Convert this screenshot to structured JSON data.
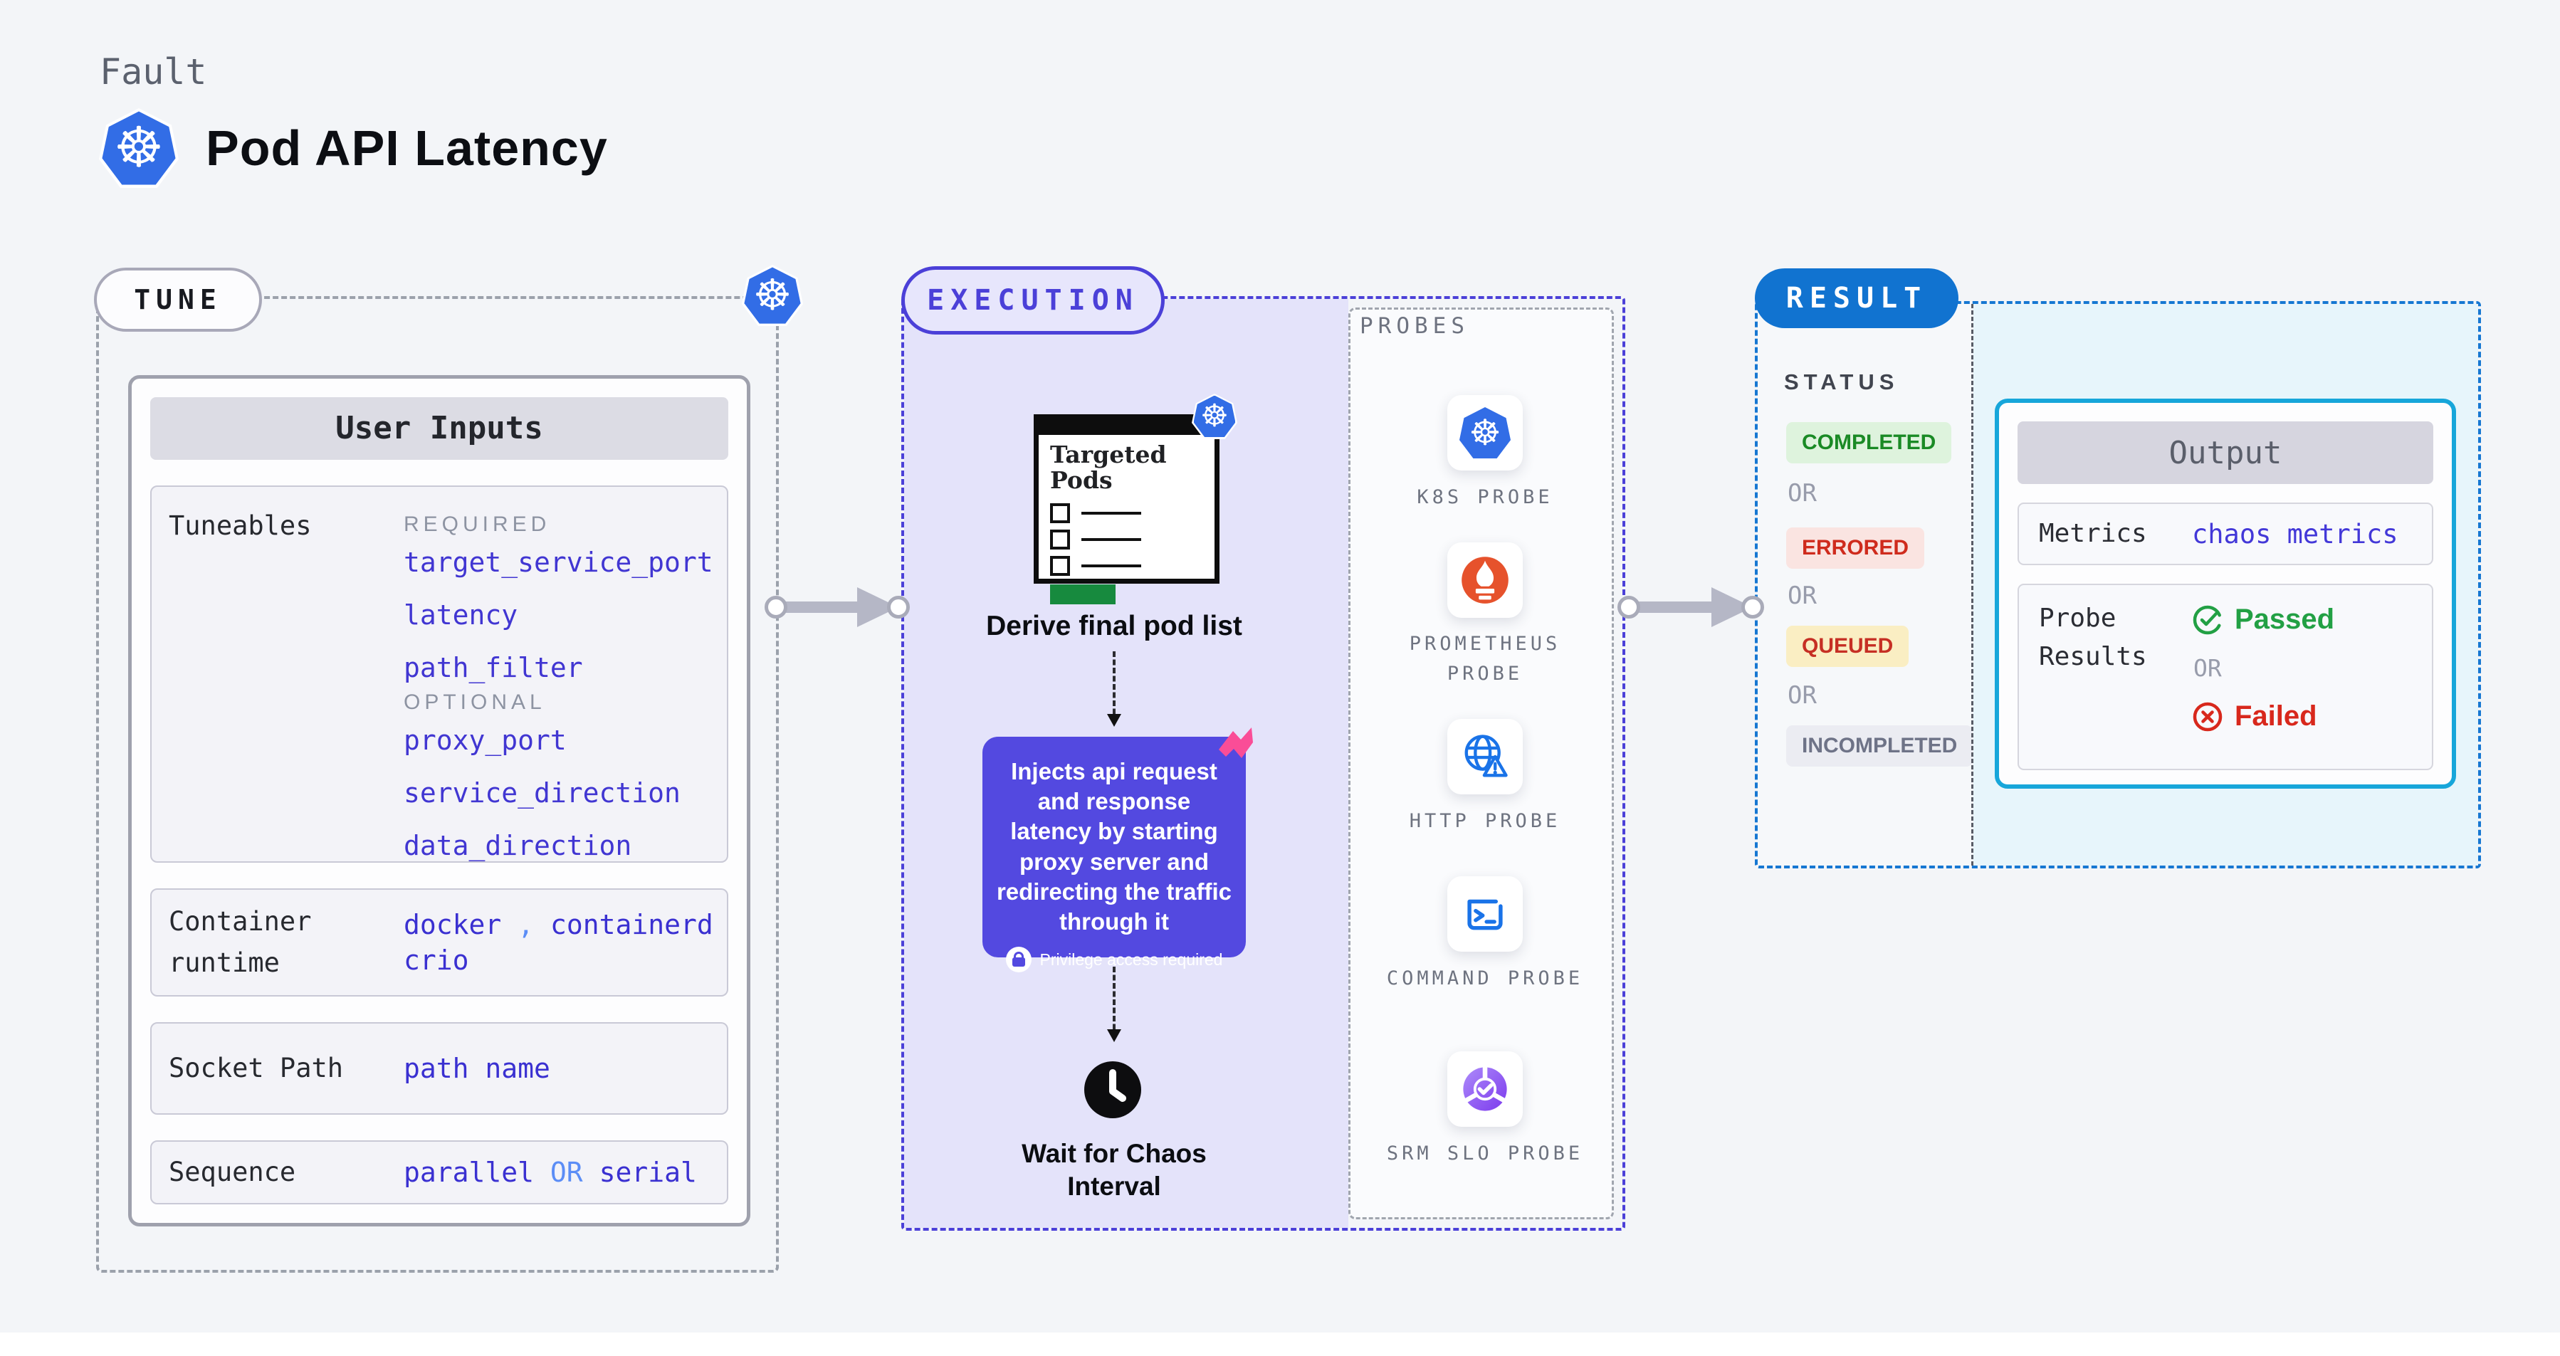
{
  "header": {
    "eyebrow": "Fault",
    "title": "Pod API Latency"
  },
  "tune": {
    "pill": "TUNE",
    "user_inputs": {
      "header": "User Inputs",
      "tuneables_label": "Tuneables",
      "required_label": "REQUIRED",
      "required": [
        "target_service_port",
        "latency",
        "path_filter"
      ],
      "optional_label": "OPTIONAL",
      "optional": [
        "proxy_port",
        "service_direction",
        "data_direction"
      ],
      "container_runtime_label": "Container runtime",
      "container_runtime_values": [
        "docker",
        "containerd",
        "crio"
      ],
      "container_runtime_separator": ",",
      "socket_path_label": "Socket Path",
      "socket_path_value": "path name",
      "sequence_label": "Sequence",
      "sequence_values": [
        "parallel",
        "serial"
      ],
      "sequence_or": "OR"
    }
  },
  "execution": {
    "pill": "EXECUTION",
    "targeted_pods_title": "Targeted Pods",
    "derive_label": "Derive final pod list",
    "inject_text": "Injects api request and response latency by starting proxy server and redirecting the traffic through it",
    "privilege_note": "Privilege access required",
    "wait_label": "Wait for Chaos Interval"
  },
  "probes": {
    "panel_label": "PROBES",
    "items": [
      {
        "name": "K8S PROBE",
        "icon": "kubernetes-icon"
      },
      {
        "name": "PROMETHEUS PROBE",
        "icon": "prometheus-icon"
      },
      {
        "name": "HTTP PROBE",
        "icon": "http-globe-warning-icon"
      },
      {
        "name": "COMMAND PROBE",
        "icon": "terminal-icon"
      },
      {
        "name": "SRM SLO PROBE",
        "icon": "slo-donut-check-icon"
      }
    ]
  },
  "result": {
    "pill": "RESULT",
    "status_label": "STATUS",
    "or_label": "OR",
    "statuses": [
      "COMPLETED",
      "ERRORED",
      "QUEUED",
      "INCOMPLETED"
    ],
    "output": {
      "header": "Output",
      "metrics_label": "Metrics",
      "metrics_value": "chaos metrics",
      "probe_results_label": "Probe Results",
      "passed": "Passed",
      "or_label": "OR",
      "failed": "Failed"
    }
  },
  "colors": {
    "page_bg": "#f3f5f8",
    "kubernetes_blue": "#326de6",
    "indigo_accent": "#4b40d8",
    "inject_card_bg": "#5349e0",
    "execution_fill": "#e4e3fa",
    "code_link": "#4136d2",
    "light_blue_or": "#5b8df6",
    "result_blue": "#1173d0",
    "output_border_cyan": "#17a6da",
    "result_cyan_fill": "#e7f5fb",
    "completed_green": "#1a8a25",
    "errored_red": "#cf2b1d",
    "queued_yellow_bg": "#faeec3",
    "passed_green": "#22a044",
    "failed_red": "#d8281c",
    "prometheus_orange": "#e6522c",
    "probe_blue": "#1a73e8",
    "srm_purple": "#7c3aed",
    "litmus_pink": "#fa4d97",
    "pods_green_bar": "#178a3e",
    "arrow_gray": "#b5b7c6"
  }
}
